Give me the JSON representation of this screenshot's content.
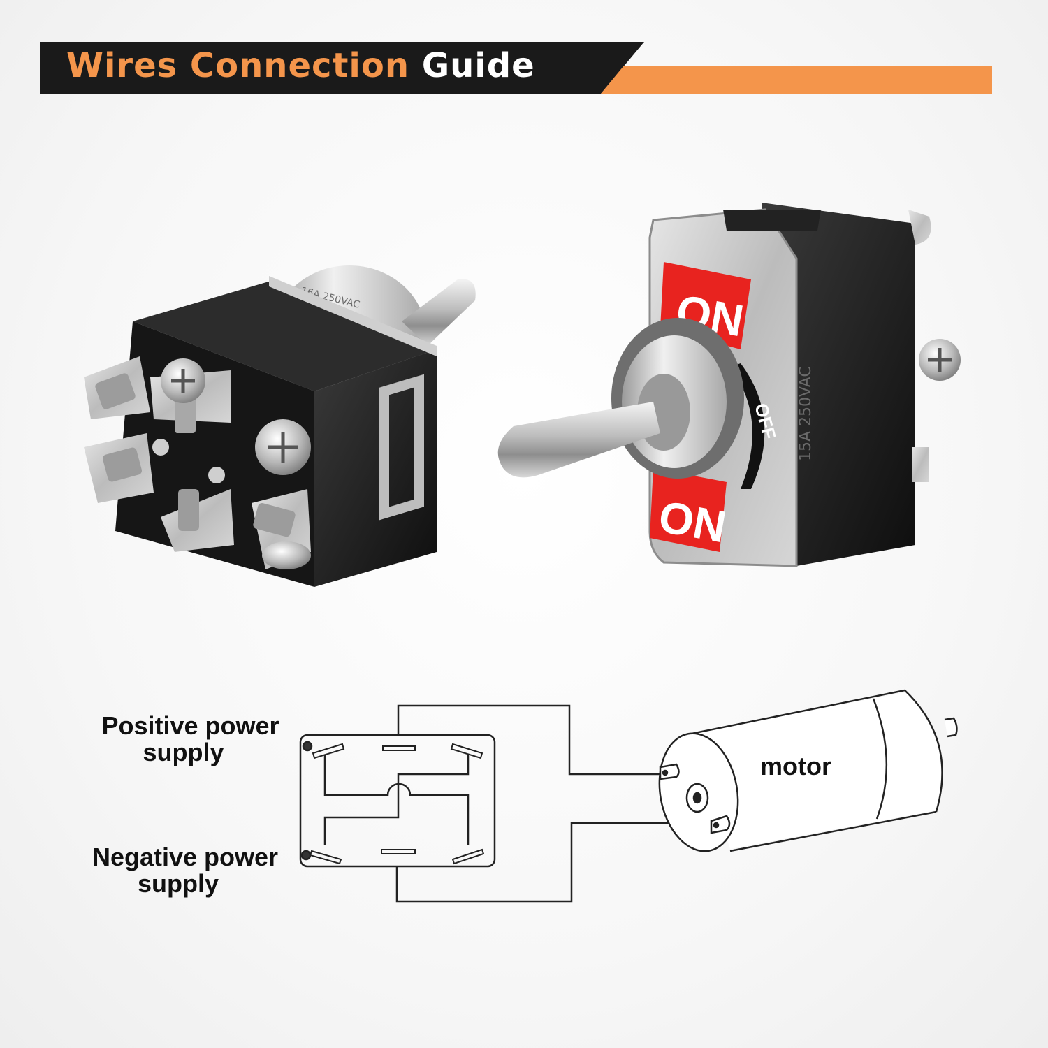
{
  "header": {
    "title_part1": "Wires Connection",
    "title_part2": "Guide",
    "accent_color": "#f4954b",
    "bar_color": "#1a1a1a"
  },
  "product": {
    "position_top": "ON",
    "position_middle": "OFF",
    "position_bottom": "ON",
    "rating_left": "16A 250VAC",
    "rating_right": "15A 250VAC"
  },
  "diagram": {
    "positive_label_line1": "Positive power",
    "positive_label_line2": "supply",
    "negative_label_line1": "Negative power",
    "negative_label_line2": "supply",
    "load_label": "motor"
  }
}
